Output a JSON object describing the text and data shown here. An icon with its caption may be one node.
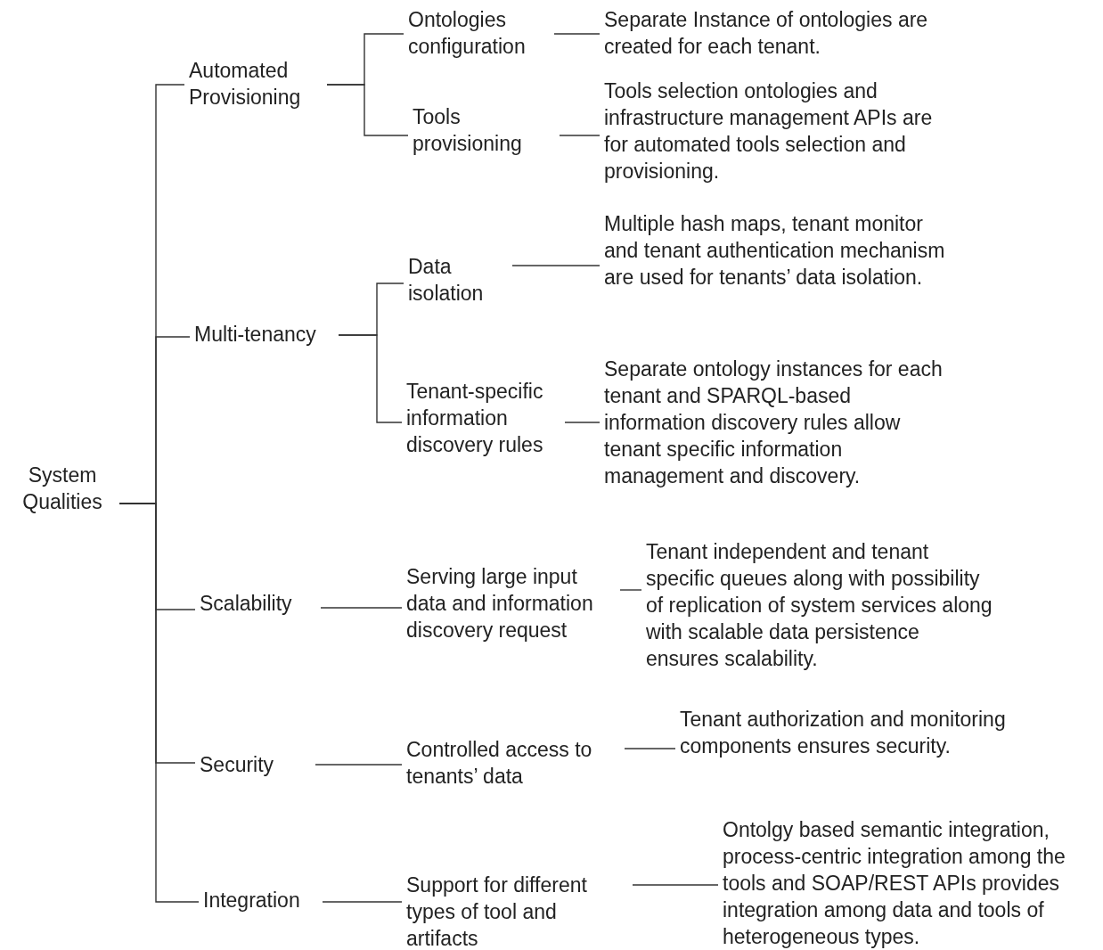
{
  "diagram": {
    "nodes": [
      {
        "text": [
          "System Qualities"
        ]
      },
      {
        "text": [
          "Automated Provisioning"
        ]
      },
      {
        "text": [
          "Ontologies configuration"
        ]
      },
      {
        "text": [
          "Separate Instance of ontologies are created for each tenant."
        ]
      },
      {
        "text": [
          "Tools provisioning"
        ]
      },
      {
        "text": [
          "Tools selection ontologies and infrastructure management APIs are for automated tools selection and provisioning."
        ]
      },
      {
        "text": [
          "Multi-tenancy"
        ]
      },
      {
        "text": [
          "Data isolation"
        ]
      },
      {
        "text": [
          "Multiple hash maps, tenant monitor and tenant authentication mechanism are used for tenants’ data isolation."
        ]
      },
      {
        "text": [
          "Tenant-specific information discovery rules"
        ]
      },
      {
        "text": [
          "Separate ontology instances for each tenant and SPARQL-based information discovery rules allow tenant specific information management and discovery."
        ]
      },
      {
        "text": [
          "Scalability"
        ]
      },
      {
        "text": [
          "Serving large input data and information discovery request"
        ]
      },
      {
        "text": [
          "Tenant independent and tenant specific queues along with possibility of replication of system services along with scalable data persistence ensures scalability."
        ]
      },
      {
        "text": [
          "Security"
        ]
      },
      {
        "text": [
          "Controlled access to tenants’ data"
        ]
      },
      {
        "text": [
          "Tenant authorization and monitoring components ensures security."
        ]
      },
      {
        "text": [
          "Integration"
        ]
      },
      {
        "text": [
          "Support for different types of tool and artifacts"
        ]
      },
      {
        "text": [
          "Ontolgy based semantic integration, process-centric integration among the tools and SOAP/REST APIs provides integration among data and tools of heterogeneous types."
        ]
      }
    ],
    "edges": [
      {
        "from": 0,
        "to": 1,
        "arrow": "none"
      },
      {
        "from": 0,
        "to": 6,
        "arrow": "none"
      },
      {
        "from": 0,
        "to": 11,
        "arrow": "none"
      },
      {
        "from": 0,
        "to": 14,
        "arrow": "none"
      },
      {
        "from": 0,
        "to": 17,
        "arrow": "none"
      },
      {
        "from": 1,
        "to": 2,
        "arrow": "none"
      },
      {
        "from": 1,
        "to": 4,
        "arrow": "none"
      },
      {
        "from": 2,
        "to": 3,
        "arrow": "none"
      },
      {
        "from": 4,
        "to": 5,
        "arrow": "none"
      },
      {
        "from": 6,
        "to": 7,
        "arrow": "none"
      },
      {
        "from": 6,
        "to": 9,
        "arrow": "none"
      },
      {
        "from": 7,
        "to": 8,
        "arrow": "none"
      },
      {
        "from": 9,
        "to": 10,
        "arrow": "none"
      },
      {
        "from": 11,
        "to": 12,
        "arrow": "none"
      },
      {
        "from": 12,
        "to": 13,
        "arrow": "none"
      },
      {
        "from": 14,
        "to": 15,
        "arrow": "none"
      },
      {
        "from": 15,
        "to": 16,
        "arrow": "none"
      },
      {
        "from": 17,
        "to": 18,
        "arrow": "none"
      },
      {
        "from": 18,
        "to": 19,
        "arrow": "none"
      }
    ]
  }
}
